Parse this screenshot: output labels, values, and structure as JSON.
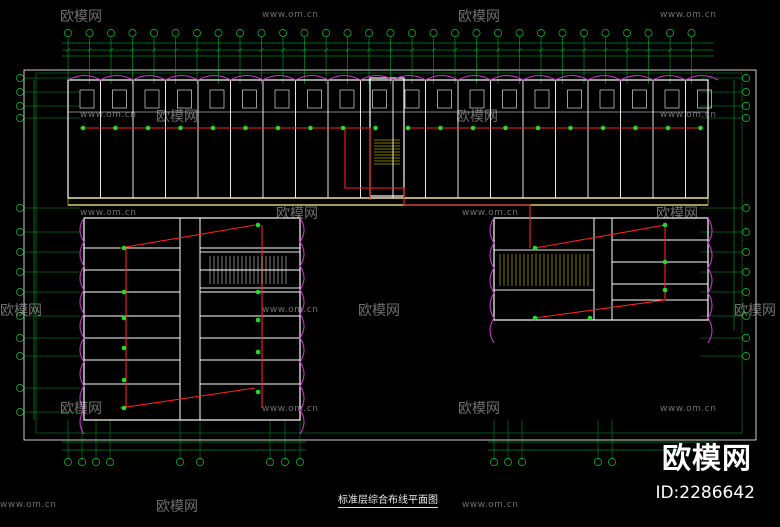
{
  "title": "标准层综合布线平面图",
  "watermark": {
    "brand_cn": "欧模网",
    "site": "www.om.cn",
    "logo_text": "欧模网",
    "id_label": "ID:2286642"
  },
  "colors": {
    "background": "#000000",
    "wall": "#ffffff",
    "grid": "#00cc33",
    "curtain": "#cc33cc",
    "cable": "#ff2020",
    "outlet": "#22dd22",
    "highlight": "#ffee00",
    "frame": "#ffffff"
  }
}
